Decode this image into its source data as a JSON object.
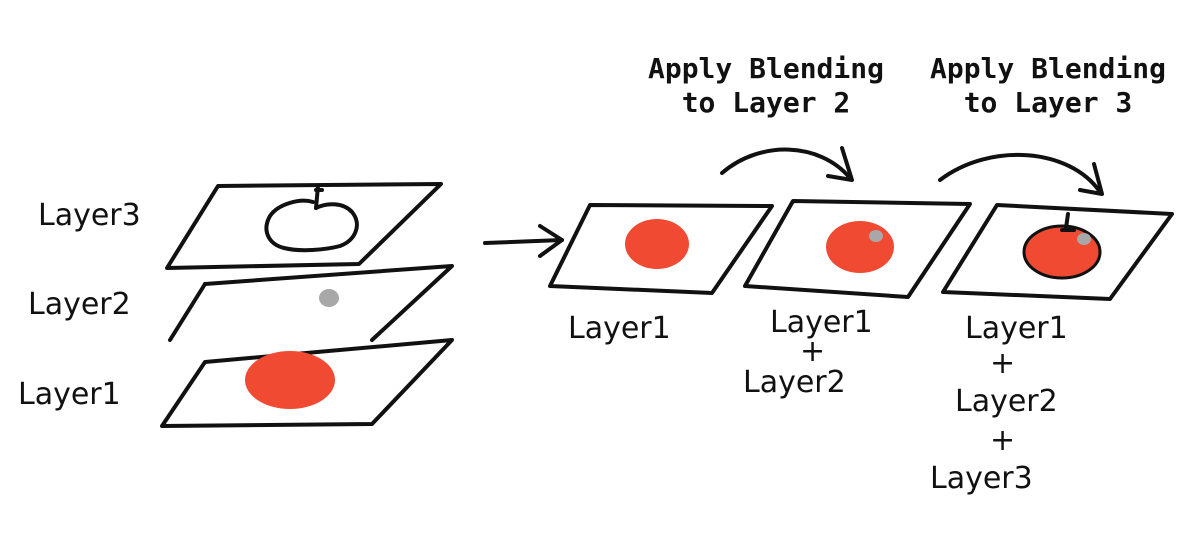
{
  "colors": {
    "apple_red": "#f04a32",
    "highlight_gray": "#a8a8a8",
    "ink": "#111111",
    "background": "#ffffff"
  },
  "icons": {
    "arrow": "right-arrow-icon",
    "curved_arrow": "curved-arrow-icon"
  },
  "stack": {
    "layer3_label": "Layer3",
    "layer2_label": "Layer2",
    "layer1_label": "Layer1"
  },
  "captions": {
    "step1_line1": "Apply Blending",
    "step1_line2": "to Layer 2",
    "step2_line1": "Apply Blending",
    "step2_line2": "to Layer 3"
  },
  "results": {
    "r1_line1": "Layer1",
    "r2_line1": "Layer1",
    "r2_plus": "+",
    "r2_line2": "Layer2",
    "r3_line1": "Layer1",
    "r3_plus1": "+",
    "r3_line2": "Layer2",
    "r3_plus2": "+",
    "r3_line3": "Layer3"
  }
}
